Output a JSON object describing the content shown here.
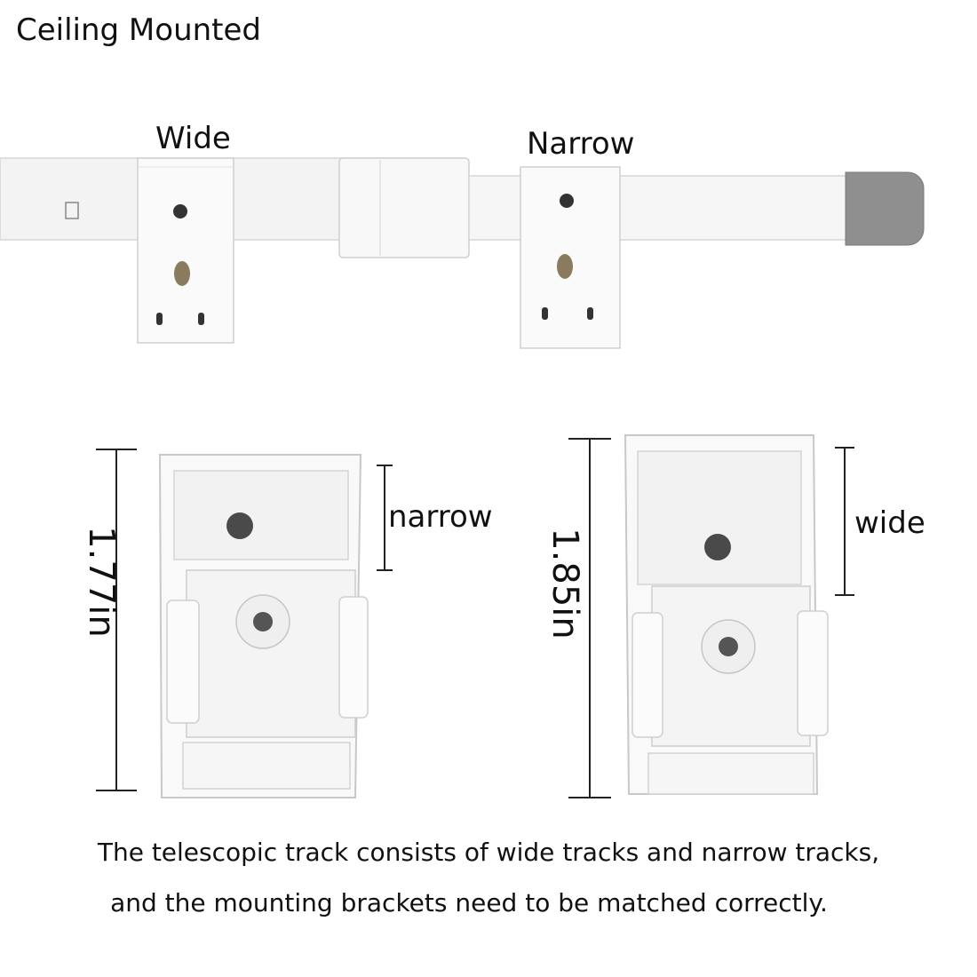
{
  "title": "Ceiling Mounted",
  "labels": {
    "wide_top": "Wide",
    "narrow_top": "Narrow",
    "narrow_dim_label": "narrow",
    "wide_dim_label": "wide",
    "left_height": "1.77in",
    "right_height": "1.85in"
  },
  "caption": {
    "line1": "The telescopic track consists of wide tracks and narrow tracks,",
    "line2": "and the mounting brackets need to be matched correctly."
  },
  "colors": {
    "track": "#f4f4f4",
    "bracket": "#f7f7f7",
    "outline": "#cfcfcf",
    "end_cap": "#8c8c8c",
    "dim_line": "#222222"
  }
}
